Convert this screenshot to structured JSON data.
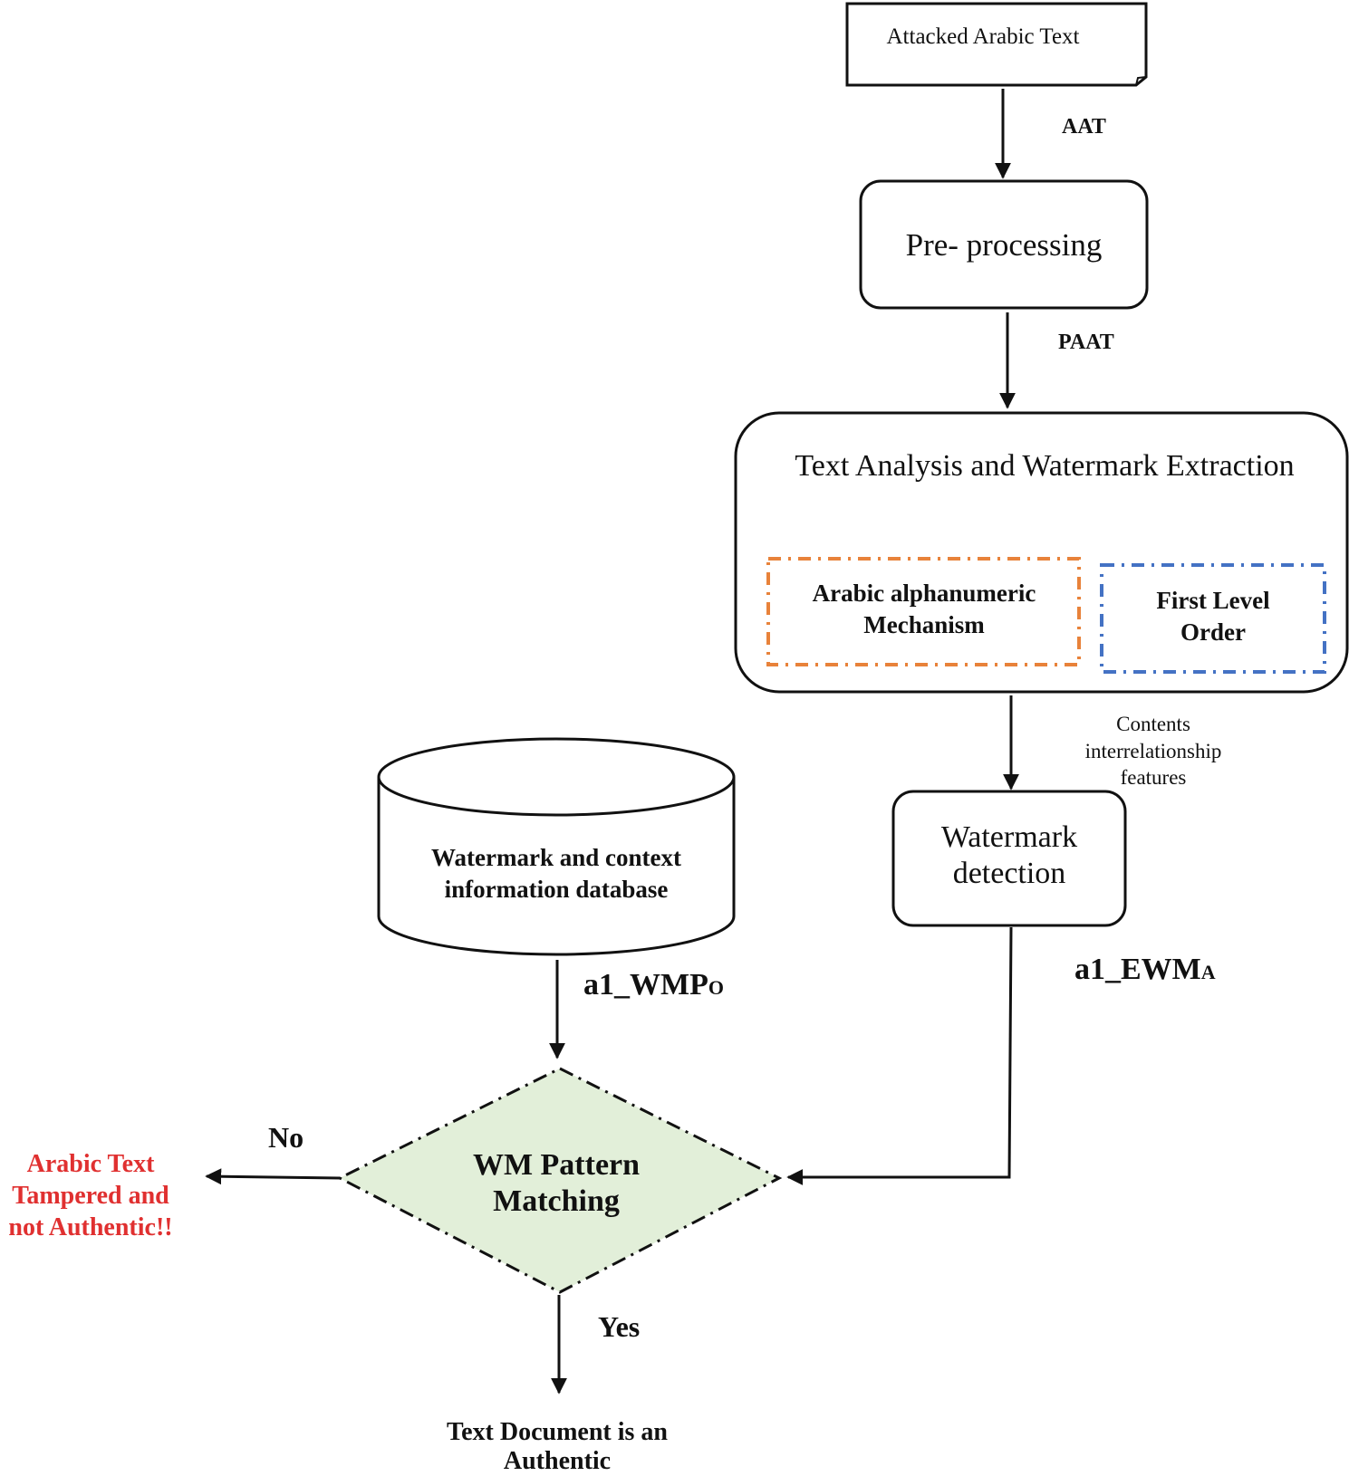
{
  "nodes": {
    "input_doc": "Attacked Arabic Text",
    "preprocessing": "Pre- processing",
    "analysis": {
      "title": "Text Analysis and Watermark Extraction",
      "mechanism_lines": [
        "Arabic alphanumeric",
        "Mechanism"
      ],
      "order_lines": [
        "First Level",
        "Order"
      ]
    },
    "detection_lines": [
      "Watermark",
      "detection"
    ],
    "database_lines": [
      "Watermark and context",
      "information database"
    ],
    "decision_lines": [
      "WM Pattern",
      "Matching"
    ],
    "tampered_lines": [
      "Arabic Text",
      "Tampered and",
      "not Authentic!!"
    ],
    "authentic_lines": [
      "Text Document is an",
      "Authentic"
    ]
  },
  "edges": {
    "aat": "AAT",
    "paat": "PAAT",
    "features_lines": [
      "Contents",
      "interrelationship",
      "features"
    ],
    "wmp": {
      "base": "a1_WMP",
      "sub": "O"
    },
    "ewm": {
      "base": "a1_EWM",
      "sub": "A"
    },
    "no": "No",
    "yes": "Yes"
  },
  "colors": {
    "stroke": "#111111",
    "orange_dash": "#E8823A",
    "blue_dash": "#4472C4",
    "decision_fill": "#E2EFD9",
    "tampered_text": "#E03030"
  }
}
